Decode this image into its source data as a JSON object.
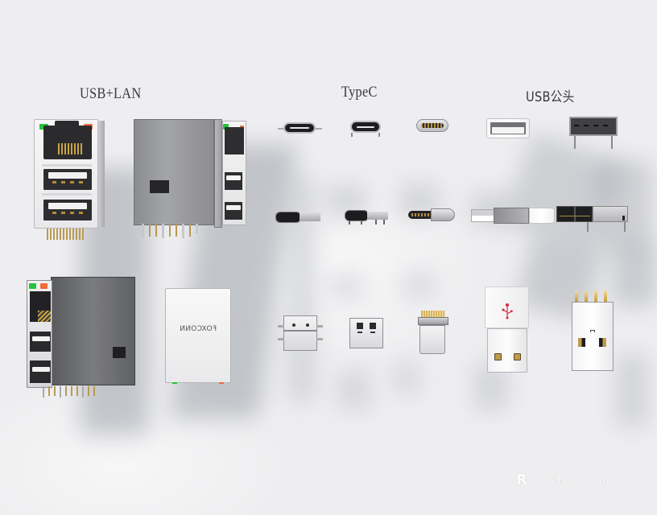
{
  "scene": {
    "background_color": "#eeeef0",
    "description": "Product render of electronic connectors on light gray background with soft blurred shadows"
  },
  "sections": [
    {
      "id": "usb-lan",
      "heading": "USB+LAN"
    },
    {
      "id": "typec",
      "heading": "TypeC"
    },
    {
      "id": "usb-male",
      "heading": "USB公头"
    }
  ],
  "usb_lan": {
    "items": [
      {
        "name": "RJ45 + dual USB-A jack (front view)",
        "led_left": "#27c33b",
        "led_right": "#f06a3a"
      },
      {
        "name": "RJ45 + dual USB-A jack (side metal shield view)",
        "led_left": "#27c33b",
        "led_right": "#f06a3a"
      },
      {
        "name": "RJ45 + dual USB-A jack (dark shield, angled)",
        "led_left": "#27c33b",
        "led_right": "#f06a3a"
      },
      {
        "name": "LAN magnetic transformer module",
        "label": "FOXCONN"
      }
    ]
  },
  "typec": {
    "items": [
      {
        "name": "Type-C receptacle, flat front"
      },
      {
        "name": "Type-C receptacle, mid-mount front"
      },
      {
        "name": "Type-C plug, front with gold contacts"
      },
      {
        "name": "Type-C receptacle, side view"
      },
      {
        "name": "Type-C receptacle with SMT legs, side view"
      },
      {
        "name": "Type-C plug, side view"
      },
      {
        "name": "Type-C SMT receptacle, top view"
      },
      {
        "name": "Type-C vertical receptacle, top view"
      },
      {
        "name": "Type-C plug with PCB, top view"
      }
    ]
  },
  "usb_male": {
    "items": [
      {
        "name": "USB-A plug, front"
      },
      {
        "name": "USB-A receptacle, front with legs"
      },
      {
        "name": "USB-A plug, side"
      },
      {
        "name": "USB-A receptacle, side with legs"
      },
      {
        "name": "USB-A plug with overmold and USB logo",
        "logo_color": "#d42a3c"
      },
      {
        "name": "USB-A PCB plug with 4 gold pins"
      }
    ]
  },
  "watermark": {
    "logo": "R",
    "brand": "ReleBook",
    "suffix": ".com"
  }
}
